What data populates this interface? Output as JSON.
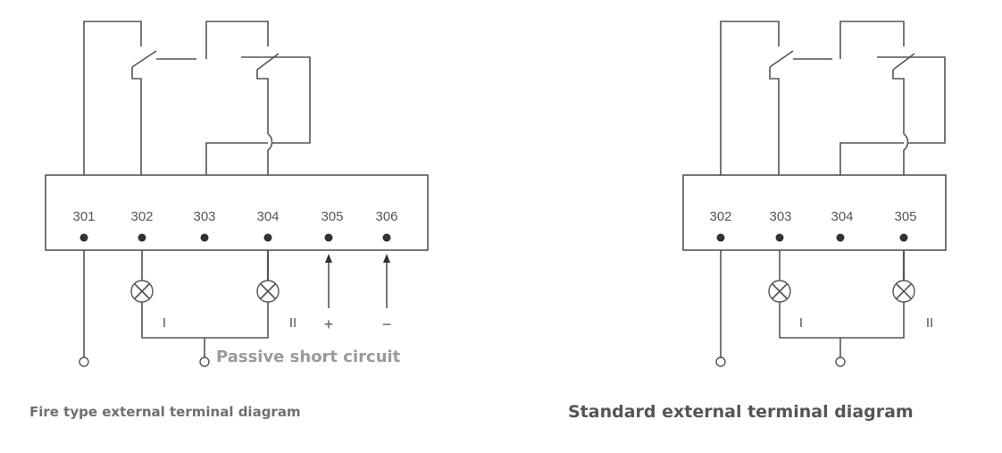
{
  "fire_diagram": {
    "caption": "Fire type external terminal diagram",
    "terminals": [
      "301",
      "302",
      "303",
      "304",
      "305",
      "306"
    ],
    "lamp_labels": [
      "I",
      "II"
    ],
    "polarity": [
      "+",
      "−"
    ],
    "note": "Passive short circuit"
  },
  "standard_diagram": {
    "caption": "Standard external terminal diagram",
    "terminals": [
      "302",
      "303",
      "304",
      "305"
    ],
    "lamp_labels": [
      "I",
      "II"
    ]
  }
}
